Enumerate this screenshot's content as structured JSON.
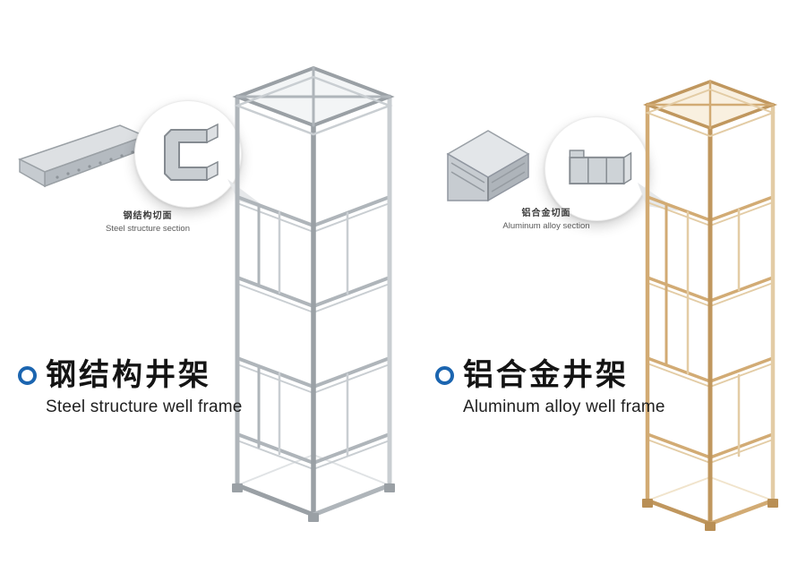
{
  "page": {
    "background": "#ffffff",
    "accent_blue": "#1b65b0"
  },
  "icons": {
    "bullet": "blue-ring-circle",
    "steel_beam": "steel-channel-beam",
    "steel_section_lens": "magnified-steel-profile",
    "aluminum_corner": "aluminum-corner-connector",
    "aluminum_section_lens": "magnified-aluminum-profile",
    "pointer": "callout-pointer-triangle"
  },
  "panels": {
    "steel": {
      "frame_color": "#c6cacd",
      "callout": {
        "caption_zh": "钢结构切面",
        "caption_en": "Steel structure section"
      },
      "title_zh": "钢结构井架",
      "title_en": "Steel structure well frame"
    },
    "aluminum": {
      "frame_color": "#dfc49c",
      "callout": {
        "caption_zh": "铝合金切面",
        "caption_en": "Aluminum alloy section"
      },
      "title_zh": "铝合金井架",
      "title_en": "Aluminum alloy well frame"
    }
  }
}
